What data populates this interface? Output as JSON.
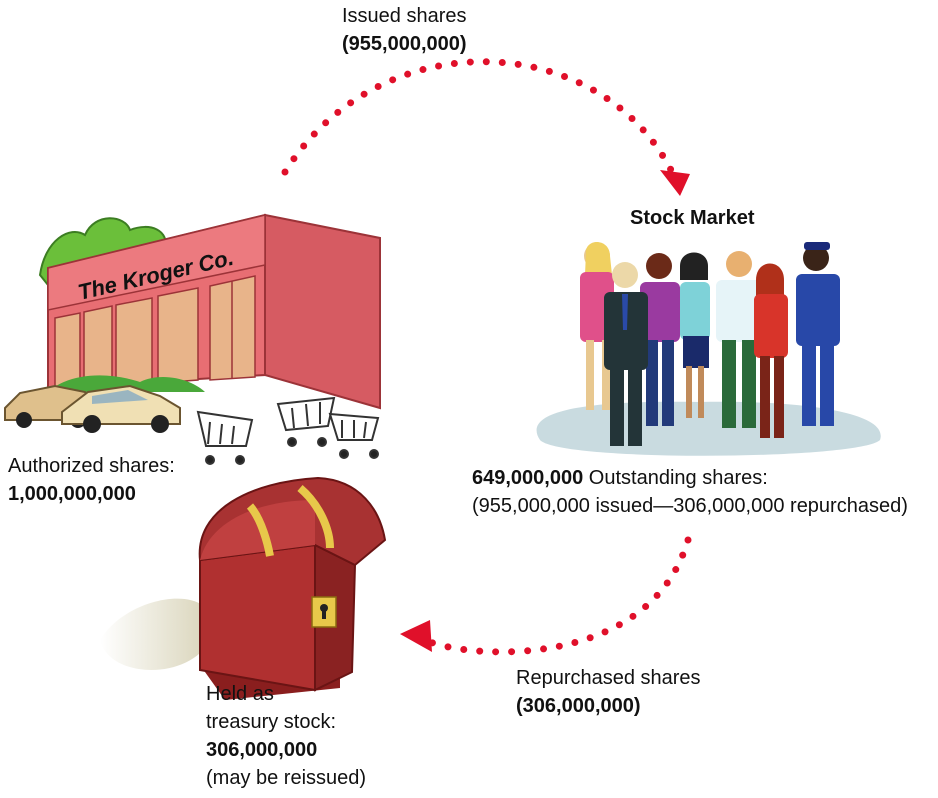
{
  "issued": {
    "label": "Issued shares",
    "value": "(955,000,000)"
  },
  "store": {
    "sign": "The Kroger Co."
  },
  "authorized": {
    "label": "Authorized shares:",
    "value": "1,000,000,000"
  },
  "market": {
    "title": "Stock Market",
    "outstanding_value": "649,000,000",
    "outstanding_label": "Outstanding shares:",
    "outstanding_detail": "(955,000,000 issued—306,000,000 repurchased)"
  },
  "repurchased": {
    "label": "Repurchased shares",
    "value": "(306,000,000)"
  },
  "treasury": {
    "line1": "Held as",
    "line2": "treasury stock:",
    "value": "306,000,000",
    "note": "(may be reissued)"
  },
  "colors": {
    "arrow": "#e0102a",
    "building_front": "#e86e73",
    "building_side": "#d65b62",
    "window": "#e8b48a",
    "chest": "#a0282a",
    "chest_band": "#e8c84a",
    "ground": "#c9dbe0"
  }
}
